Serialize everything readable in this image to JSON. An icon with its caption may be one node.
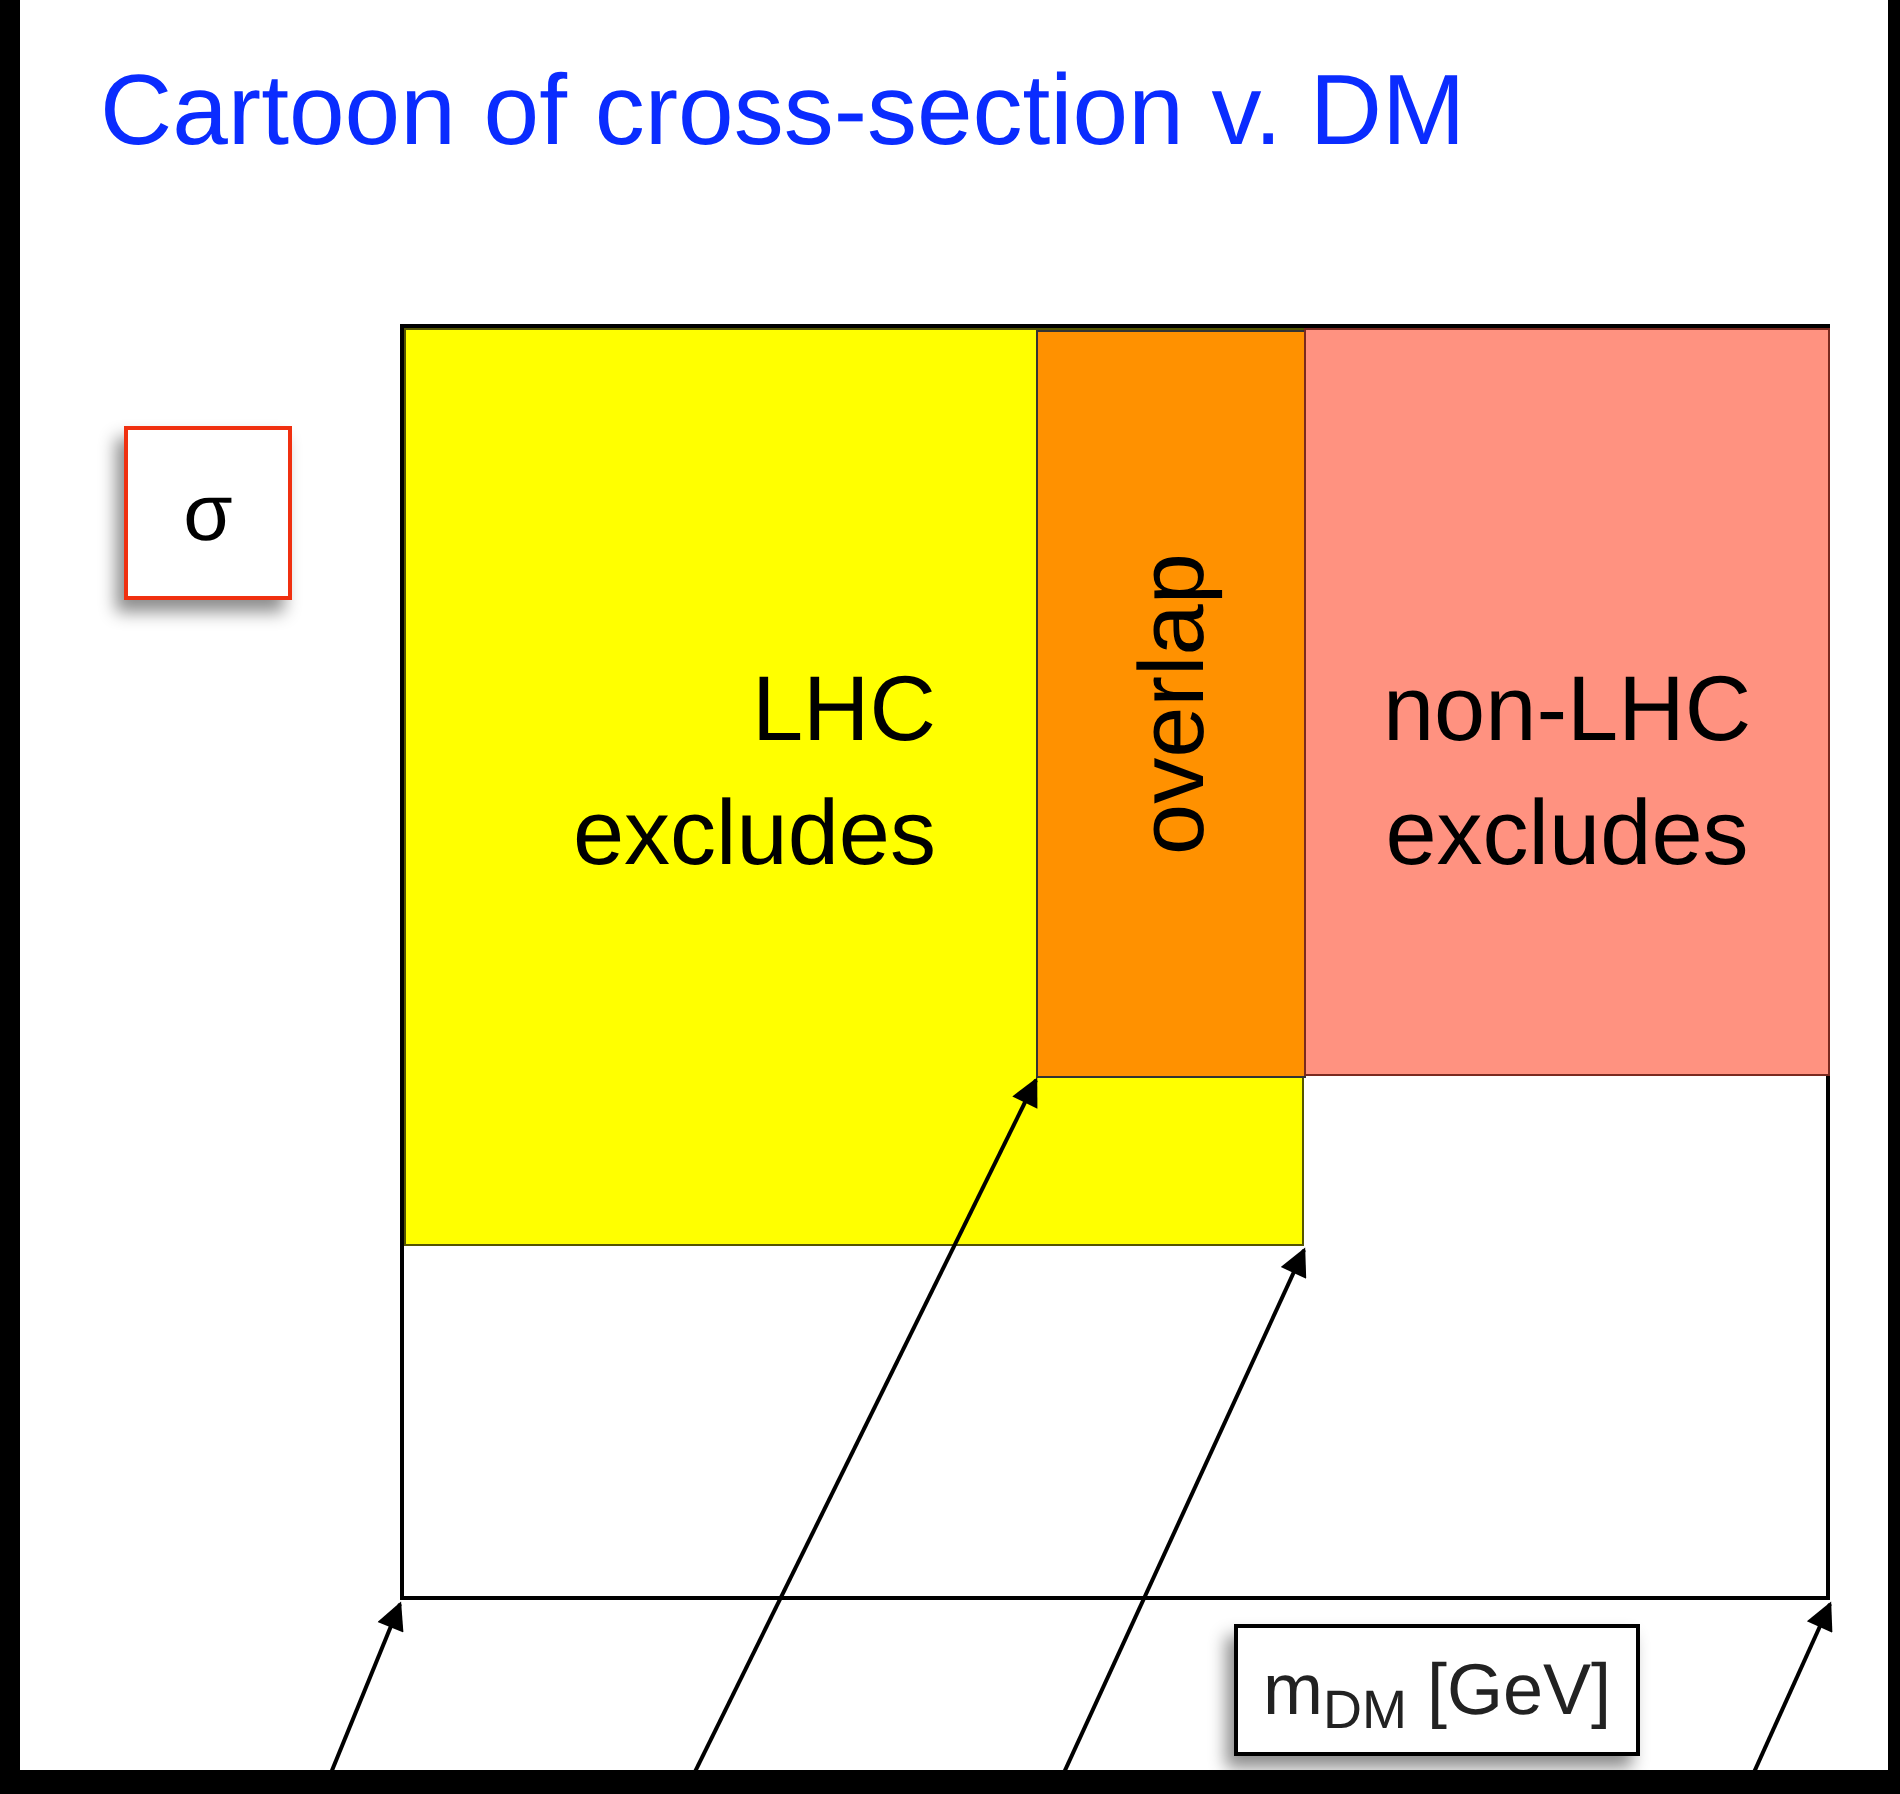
{
  "diagram": {
    "title": "Cartoon of cross-section v. DM",
    "nodes": [
      {
        "text": [],
        "shape": "box"
      },
      {
        "text": [
          "LHC excludes"
        ],
        "in": 0
      },
      {
        "text": [
          "overlap"
        ],
        "in": 1
      },
      {
        "text": [
          "non-LHC excludes"
        ],
        "in": 0
      },
      {
        "text": [
          "σ"
        ]
      },
      {
        "text": [
          "m$_{DM}$ [GeV]"
        ]
      }
    ],
    "edges": [
      {
        "from": null,
        "to": 0,
        "arrow": "to"
      },
      {
        "from": null,
        "to": 2,
        "arrow": "to"
      },
      {
        "from": null,
        "to": 1,
        "arrow": "to"
      },
      {
        "from": null,
        "to": 0,
        "arrow": "to"
      }
    ]
  }
}
